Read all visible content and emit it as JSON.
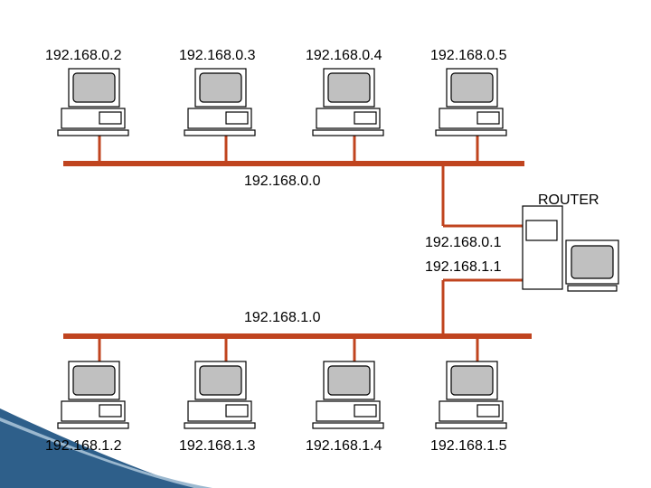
{
  "colors": {
    "cable": "#c0441f",
    "computer_outline": "#000000",
    "computer_fill": "#ffffff",
    "screen": "#c0c0c0",
    "accent": "#2e5f8a"
  },
  "top_network": {
    "label": "192.168.0.0",
    "hosts": [
      "192.168.0.2",
      "192.168.0.3",
      "192.168.0.4",
      "192.168.0.5"
    ]
  },
  "bottom_network": {
    "label": "192.168.1.0",
    "hosts": [
      "192.168.1.2",
      "192.168.1.3",
      "192.168.1.4",
      "192.168.1.5"
    ]
  },
  "router": {
    "label": "ROUTER",
    "interface_top": "192.168.0.1",
    "interface_bottom": "192.168.1.1",
    "icon": "router-computer-icon"
  },
  "icons": {
    "host": "computer-icon"
  }
}
